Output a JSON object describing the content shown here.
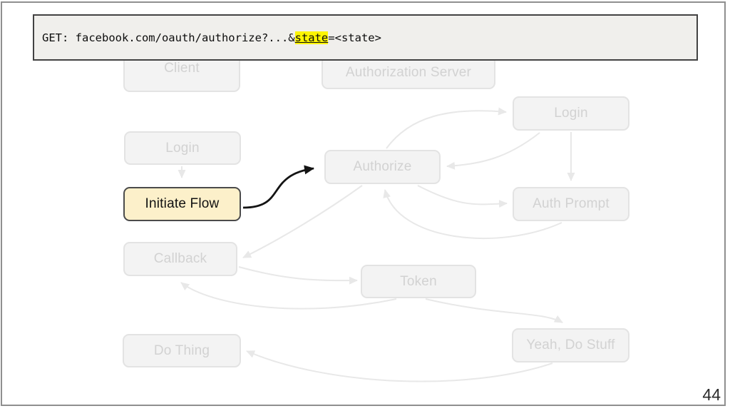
{
  "banner": {
    "prefix": "GET: facebook.com/oauth/authorize?...&",
    "highlight": "state",
    "suffix": "=<state>"
  },
  "diagram": {
    "boxes": [
      {
        "id": "client",
        "label": "Client",
        "state": "faded"
      },
      {
        "id": "authorization-server",
        "label": "Authorization Server",
        "state": "faded"
      },
      {
        "id": "login-client",
        "label": "Login",
        "state": "faded"
      },
      {
        "id": "initiate-flow",
        "label": "Initiate Flow",
        "state": "highlighted"
      },
      {
        "id": "callback",
        "label": "Callback",
        "state": "faded"
      },
      {
        "id": "do-thing",
        "label": "Do Thing",
        "state": "faded"
      },
      {
        "id": "authorize",
        "label": "Authorize",
        "state": "faded"
      },
      {
        "id": "login-server",
        "label": "Login",
        "state": "faded"
      },
      {
        "id": "auth-prompt",
        "label": "Auth Prompt",
        "state": "faded"
      },
      {
        "id": "token",
        "label": "Token",
        "state": "faded"
      },
      {
        "id": "yeah-do-stuff",
        "label": "Yeah, Do Stuff",
        "state": "faded"
      }
    ],
    "edges": [
      {
        "from": "login-client",
        "to": "initiate-flow",
        "style": "faded"
      },
      {
        "from": "initiate-flow",
        "to": "authorize",
        "style": "highlighted"
      },
      {
        "from": "authorize",
        "to": "login-server",
        "style": "faded"
      },
      {
        "from": "login-server",
        "to": "authorize",
        "style": "faded"
      },
      {
        "from": "login-server",
        "to": "auth-prompt",
        "style": "faded"
      },
      {
        "from": "authorize",
        "to": "auth-prompt",
        "style": "faded"
      },
      {
        "from": "auth-prompt",
        "to": "authorize",
        "style": "faded"
      },
      {
        "from": "authorize",
        "to": "callback",
        "style": "faded"
      },
      {
        "from": "callback",
        "to": "token",
        "style": "faded"
      },
      {
        "from": "token",
        "to": "callback",
        "style": "faded"
      },
      {
        "from": "token",
        "to": "yeah-do-stuff",
        "style": "faded"
      },
      {
        "from": "yeah-do-stuff",
        "to": "do-thing",
        "style": "faded"
      }
    ]
  },
  "colors": {
    "highlight_box_fill": "#fcf0ca",
    "highlight_yellow": "#fcf403",
    "faded_edge": "#e8e8e8",
    "black_edge": "#141414"
  },
  "page_number": "44"
}
